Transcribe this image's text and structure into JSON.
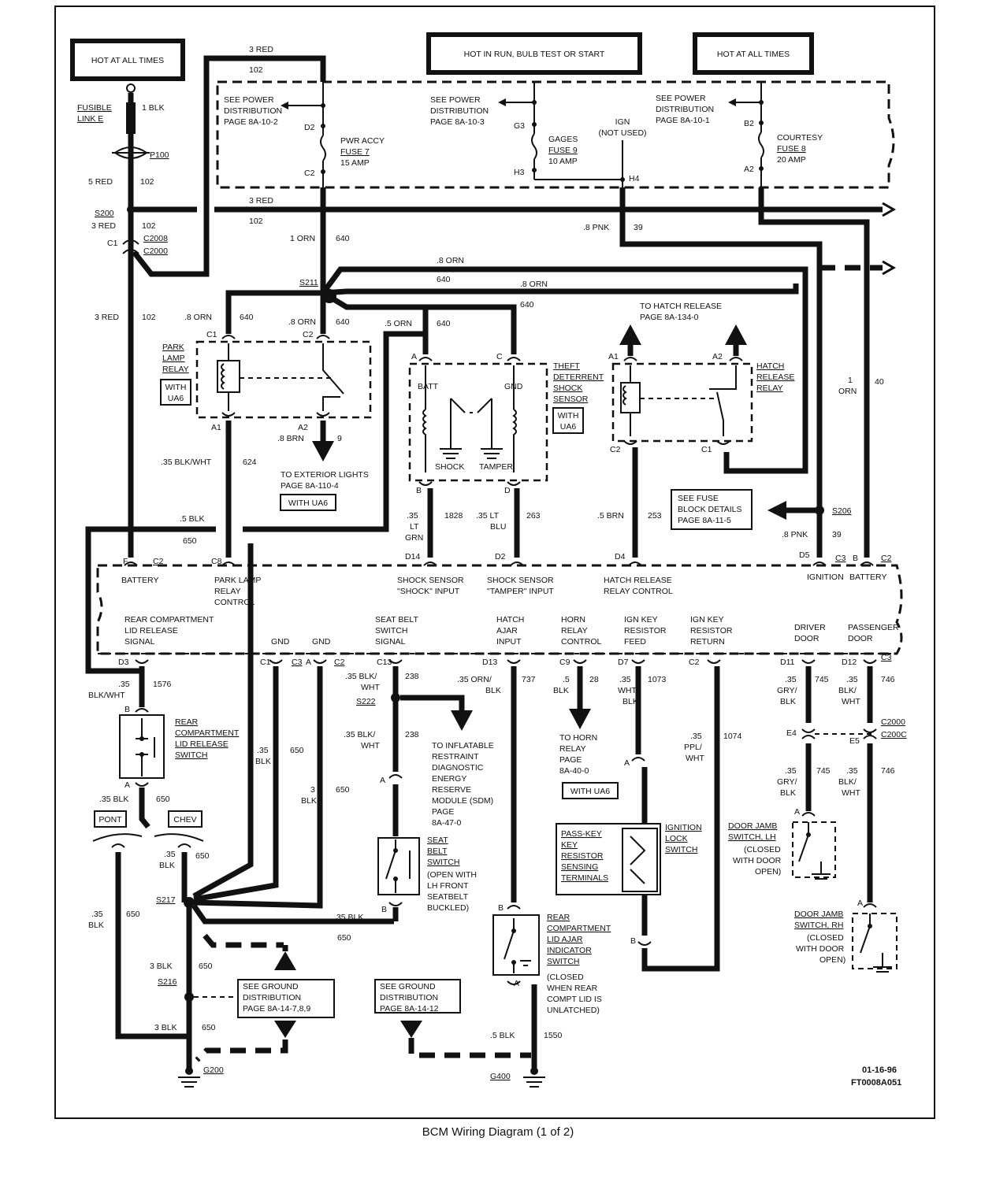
{
  "caption": "BCM Wiring Diagram (1 of 2)",
  "doc_code": "01-16-96",
  "doc_id": "FT0008A051",
  "hot": {
    "left": "HOT AT ALL TIMES",
    "center": "HOT IN RUN, BULB TEST OR START",
    "right": "HOT AT ALL TIMES"
  },
  "fuse_block": {
    "pd_left": [
      "SEE POWER",
      "DISTRIBUTION",
      "PAGE 8A-10-2"
    ],
    "pd_center": [
      "SEE POWER",
      "DISTRIBUTION",
      "PAGE 8A-10-3"
    ],
    "pd_right": [
      "SEE POWER",
      "DISTRIBUTION",
      "PAGE 8A-10-1"
    ],
    "fuse7": [
      "PWR ACCY",
      "FUSE 7",
      "15 AMP"
    ],
    "fuse9": [
      "GAGES",
      "FUSE 9",
      "10 AMP"
    ],
    "fuse8": [
      "COURTESY",
      "FUSE 8",
      "20 AMP"
    ],
    "ign": [
      "IGN",
      "(NOT USED)"
    ],
    "d2": "D2",
    "c2": "C2",
    "g3": "G3",
    "h3": "H3",
    "h4": "H4",
    "b2": "B2",
    "a2": "A2"
  },
  "feed": {
    "fusible": [
      "FUSIBLE",
      "LINK E"
    ],
    "blk": "1 BLK",
    "p100": "P100",
    "red5": "5 RED",
    "c102a": "102",
    "s200": "S200",
    "red3a": "3 RED",
    "c102b": "102",
    "c1": "C1",
    "c2008": "C2008",
    "c2000": "C2000",
    "red3top": "3 RED",
    "c102top": "102",
    "red3mid": "3 RED",
    "c102mid": "102",
    "red3low": "3 RED",
    "c102low": "102",
    "orn1": "1 ORN",
    "c640": "640",
    "pnk8": ".8 PNK",
    "c39": "39"
  },
  "s211": {
    "label": "S211",
    "orn_a": ".8 ORN",
    "c640_a": "640",
    "orn_b": ".8 ORN",
    "c640_b": "640",
    "orn_c": ".8 ORN",
    "c640_c": "640",
    "orn_d": ".8 ORN",
    "c640_d": "640",
    "orn_e": ".5 ORN",
    "c640_e": "640"
  },
  "park_relay": {
    "name": [
      "PARK",
      "LAMP",
      "RELAY"
    ],
    "with": [
      "WITH",
      "UA6"
    ],
    "c1": "C1",
    "c2": "C2",
    "a1": "A1",
    "a2": "A2",
    "brn": ".8 BRN",
    "c9": "9",
    "ext": [
      "TO EXTERIOR LIGHTS",
      "PAGE 8A-110-4"
    ],
    "with2": "WITH UA6",
    "blkwht": ".35 BLK/WHT",
    "c624": "624"
  },
  "theft": {
    "name": [
      "THEFT",
      "DETERRENT",
      "SHOCK",
      "SENSOR"
    ],
    "with": [
      "WITH",
      "UA6"
    ],
    "a": "A",
    "c": "C",
    "batt": "BATT",
    "gnd": "GND",
    "shock": "SHOCK",
    "tamper": "TAMPER",
    "b": "B",
    "d": "D",
    "ltgrn": [
      ".35",
      "LT",
      "GRN"
    ],
    "c1828": "1828",
    "ltblu": [
      ".35 LT",
      "BLU"
    ],
    "c263": "263"
  },
  "hatch": {
    "to": [
      "TO HATCH RELEASE",
      "PAGE 8A-134-0"
    ],
    "name": [
      "HATCH",
      "RELEASE",
      "RELAY"
    ],
    "a1": "A1",
    "a2": "A2",
    "c2": "C2",
    "c1": "C1",
    "brn": ".5 BRN",
    "c253": "253"
  },
  "fuse_details": [
    "SEE FUSE",
    "BLOCK DETAILS",
    "PAGE 8A-11-5"
  ],
  "s206": {
    "label": "S206",
    "pnk": ".8 PNK",
    "c39": "39"
  },
  "right_orn": {
    "orn": [
      "1",
      "ORN"
    ],
    "c40": "40"
  },
  "blk650": {
    "blk": ".5 BLK",
    "c650": "650"
  },
  "bcm_top": {
    "f": "F",
    "c2a": "C2",
    "battery": "BATTERY",
    "c8": "C8",
    "park": [
      "PARK LAMP",
      "RELAY",
      "CONTROL"
    ],
    "d14": "D14",
    "shock": [
      "SHOCK SENSOR",
      "\"SHOCK\" INPUT"
    ],
    "d2": "D2",
    "tamper": [
      "SHOCK SENSOR",
      "\"TAMPER\" INPUT"
    ],
    "d4": "D4",
    "hatch": [
      "HATCH RELEASE",
      "RELAY CONTROL"
    ],
    "d5": "D5",
    "c3": "C3",
    "b": "B",
    "c2b": "C2",
    "ignition": "IGNITION",
    "battery2": "BATTERY"
  },
  "bcm_bottom": {
    "rear": [
      "REAR COMPARTMENT",
      "LID RELEASE",
      "SIGNAL"
    ],
    "gnd1": "GND",
    "gnd2": "GND",
    "seat": [
      "SEAT BELT",
      "SWITCH",
      "SIGNAL"
    ],
    "hajar": [
      "HATCH",
      "AJAR",
      "INPUT"
    ],
    "horn": [
      "HORN",
      "RELAY",
      "CONTROL"
    ],
    "feed": [
      "IGN KEY",
      "RESISTOR",
      "FEED"
    ],
    "ret": [
      "IGN KEY",
      "RESISTOR",
      "RETURN"
    ],
    "drv": [
      "DRIVER",
      "DOOR"
    ],
    "pass": [
      "PASSENGER",
      "DOOR"
    ],
    "d3": "D3",
    "c1": "C1",
    "c3": "C3",
    "a": "A",
    "c2": "C2",
    "c13": "C13",
    "d13": "D13",
    "c9": "C9",
    "d7": "D7",
    "c2b": "C2",
    "d11": "D11",
    "d12": "D12",
    "c3b": "C3"
  },
  "rear_switch": {
    "blkwht": [
      ".35",
      "BLK/WHT"
    ],
    "c1576": "1576",
    "b": "B",
    "a": "A",
    "name": [
      "REAR",
      "COMPARTMENT",
      "LID RELEASE",
      "SWITCH"
    ],
    "blk": ".35 BLK",
    "c650": "650",
    "pont": "PONT",
    "chev": "CHEV"
  },
  "gnd_wires": {
    "blk35a": [
      ".35",
      "BLK"
    ],
    "c650a": "650",
    "blk3": [
      "3",
      "BLK"
    ],
    "c650b": "650",
    "blk35b": [
      ".35",
      "BLK"
    ],
    "c650c": "650",
    "blk35c": [
      ".35",
      "BLK"
    ],
    "c650d": "650",
    "blk35d": ".35 BLK",
    "c650e": "650"
  },
  "s217": "S217",
  "s216": "S216",
  "ground_left": {
    "blk3a": "3 BLK",
    "c650a": "650",
    "blk3b": "3 BLK",
    "c650b": "650",
    "see": [
      "SEE GROUND",
      "DISTRIBUTION",
      "PAGE 8A-14-7,8,9"
    ],
    "g200": "G200"
  },
  "ground_right": {
    "see": [
      "SEE GROUND",
      "DISTRIBUTION",
      "PAGE 8A-14-12"
    ],
    "g400": "G400"
  },
  "seatbelt": {
    "blkwht1": [
      ".35 BLK/",
      "WHT"
    ],
    "c238a": "238",
    "s222": "S222",
    "blkwht2": [
      ".35 BLK/",
      "WHT"
    ],
    "c238b": "238",
    "a": "A",
    "b": "B",
    "name": [
      "SEAT",
      "BELT",
      "SWITCH"
    ],
    "note": [
      "(OPEN WITH",
      "LH FRONT",
      "SEATBELT",
      "BUCKLED)"
    ],
    "to": [
      "TO INFLATABLE",
      "RESTRAINT",
      "DIAGNOSTIC",
      "ENERGY",
      "RESERVE",
      "MODULE (SDM)",
      "PAGE",
      "8A-47-0"
    ]
  },
  "hatch_ajar": {
    "ornblk": [
      ".35 ORN/",
      "BLK"
    ],
    "c737": "737",
    "b": "B",
    "a": "A",
    "name": [
      "REAR",
      "COMPARTMENT",
      "LID AJAR",
      "INDICATOR",
      "SWITCH"
    ],
    "note": [
      "(CLOSED",
      "WHEN REAR",
      "COMPT LID IS",
      "UNLATCHED)"
    ],
    "blk": ".5 BLK",
    "c1550": "1550"
  },
  "horn": {
    "blk": [
      ".5",
      "BLK"
    ],
    "c28": "28",
    "to": [
      "TO HORN",
      "RELAY",
      "PAGE",
      "8A-40-0"
    ],
    "with": "WITH UA6"
  },
  "ignkey": {
    "whtblk": [
      ".35",
      "WHT/",
      "BLK"
    ],
    "c1073": "1073",
    "a": "A",
    "b": "B",
    "passkey": [
      "PASS-KEY",
      "KEY",
      "RESISTOR",
      "SENSING",
      "TERMINALS"
    ],
    "lock": [
      "IGNITION",
      "LOCK",
      "SWITCH"
    ],
    "pplwht": [
      ".35",
      "PPL/",
      "WHT"
    ],
    "c1074": "1074"
  },
  "door_lh": {
    "grybk1": [
      ".35",
      "GRY/",
      "BLK"
    ],
    "c745a": "745",
    "e4": "E4",
    "grybk2": [
      ".35",
      "GRY/",
      "BLK"
    ],
    "c745b": "745",
    "a": "A",
    "name": [
      "DOOR JAMB",
      "SWITCH, LH"
    ],
    "note": [
      "(CLOSED",
      "WITH DOOR",
      "OPEN)"
    ]
  },
  "door_rh": {
    "blkwht1": [
      ".35",
      "BLK/",
      "WHT"
    ],
    "c746a": "746",
    "e5": "E5",
    "c2000": "C2000",
    "c2000b": "C200C",
    "blkwht2": [
      ".35",
      "BLK/",
      "WHT"
    ],
    "c746b": "746",
    "a": "A",
    "name": [
      "DOOR JAMB",
      "SWITCH, RH"
    ],
    "note": [
      "(CLOSED",
      "WITH DOOR",
      "OPEN)"
    ]
  }
}
